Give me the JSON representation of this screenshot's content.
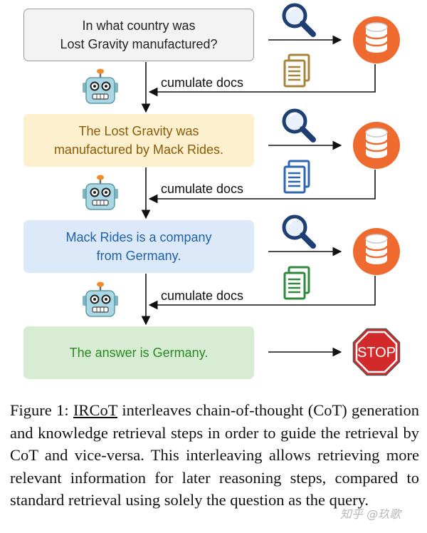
{
  "diagram": {
    "question": "In what country was\nLost Gravity manufactured?",
    "thought1": "The Lost Gravity was\nmanufactured by Mack Rides.",
    "thought2": "Mack Rides is a company\nfrom Germany.",
    "answer": "The answer is Germany.",
    "cumulate_label": "cumulate docs",
    "stop_sign": "STOP",
    "colors": {
      "question_bg": "#f3f3f3",
      "thought1_bg": "#fdf0cf",
      "thought2_bg": "#dbe9f8",
      "answer_bg": "#d8ecd4",
      "database": "#ee6a2e",
      "search_icon": "#1e3f73",
      "doc_gold": "#a8843a",
      "doc_blue": "#2e66b0",
      "doc_green": "#2e8a3a",
      "stop_red": "#d22a2a"
    },
    "icons": [
      "search-icon",
      "database-icon",
      "document-icon",
      "robot-icon",
      "stop-sign-icon"
    ]
  },
  "caption": {
    "prefix": "Figure 1: ",
    "name": "IRCoT",
    "text": " interleaves chain-of-thought (CoT) generation and knowledge retrieval steps in order to guide the retrieval by CoT and vice-versa. This interleaving allows retrieving more relevant information for later reasoning steps, compared to standard retrieval using solely the question as the query."
  },
  "watermark": "知乎 @玖歌"
}
